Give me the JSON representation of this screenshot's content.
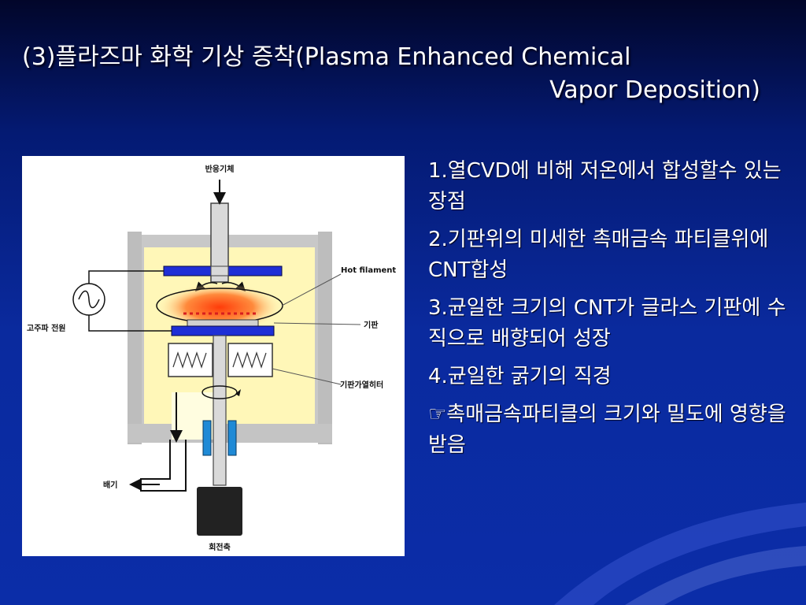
{
  "slide": {
    "title_line1": "(3)플라즈마 화학 기상 증착(Plasma Enhanced Chemical",
    "title_line2": "Vapor Deposition)"
  },
  "diagram": {
    "labels": {
      "reaction_gas": "반응기체",
      "hot_filament": "Hot filament",
      "power_supply": "고주파 전원",
      "substrate": "기판",
      "substrate_heater": "기판가열히터",
      "exhaust": "배기",
      "rotation_axis": "회전축"
    }
  },
  "bullets": [
    "1.열CVD에 비해 저온에서 합성할수 있는 장점",
    "2.기판위의 미세한 촉매금속 파티클위에 CNT합성",
    "3.균일한 크기의 CNT가 글라스 기판에 수직으로 배향되어 성장",
    "4.균일한 굵기의 직경",
    "☞촉매금속파티클의 크기와 밀도에 영향을 받음"
  ],
  "colors": {
    "background": "#0a2a9e",
    "chamber_wall": "#c8c8c8",
    "chamber_inner": "#fff6b0",
    "electrode": "#1f2fd6",
    "plasma": "#ff5a1e"
  }
}
